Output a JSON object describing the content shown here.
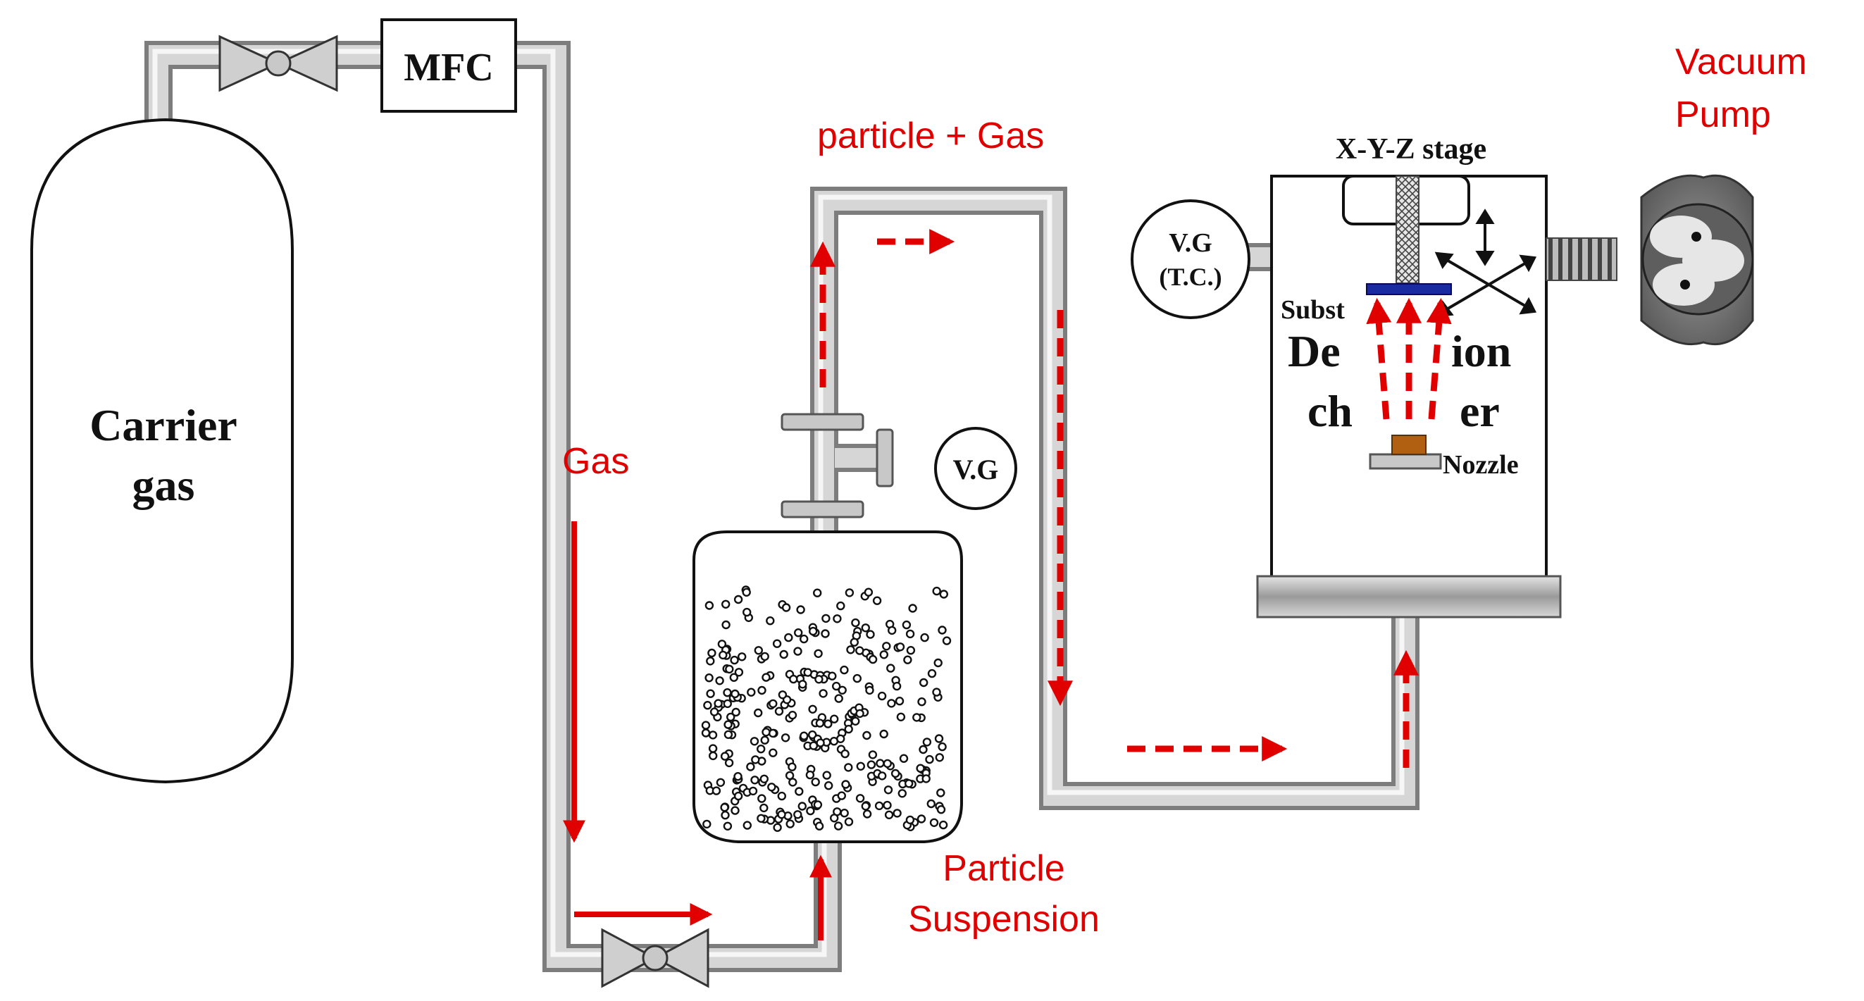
{
  "labels": {
    "carrier_gas_line1": "Carrier",
    "carrier_gas_line2": "gas",
    "mfc": "MFC",
    "gas": "Gas",
    "particle_gas": "particle + Gas",
    "particle_suspension_line1": "Particle",
    "particle_suspension_line2": "Suspension",
    "vg_suspension": "V.G",
    "vg_chamber_line1": "V.G",
    "vg_chamber_line2": "(T.C.)",
    "xyz_stage": "X-Y-Z stage",
    "substrate_partial": "Subst",
    "deposition_partial_left": "De",
    "deposition_partial_right": "ion",
    "chamber_partial_left": "ch",
    "chamber_partial_right": "er",
    "nozzle": "Nozzle",
    "vacuum_pump_line1": "Vacuum",
    "vacuum_pump_line2": "Pump"
  },
  "colors": {
    "flow_arrow": "#e00000",
    "pipe_fill": "#d6d6d6",
    "pipe_edge": "#7d7d7d",
    "substrate": "#1a2aa0",
    "nozzle": "#b06010",
    "outline": "#111111"
  },
  "icons": [
    "valve-icon",
    "vacuum-gauge-icon",
    "vacuum-pump-icon",
    "xyz-arrows-icon",
    "flow-arrow-icon"
  ]
}
